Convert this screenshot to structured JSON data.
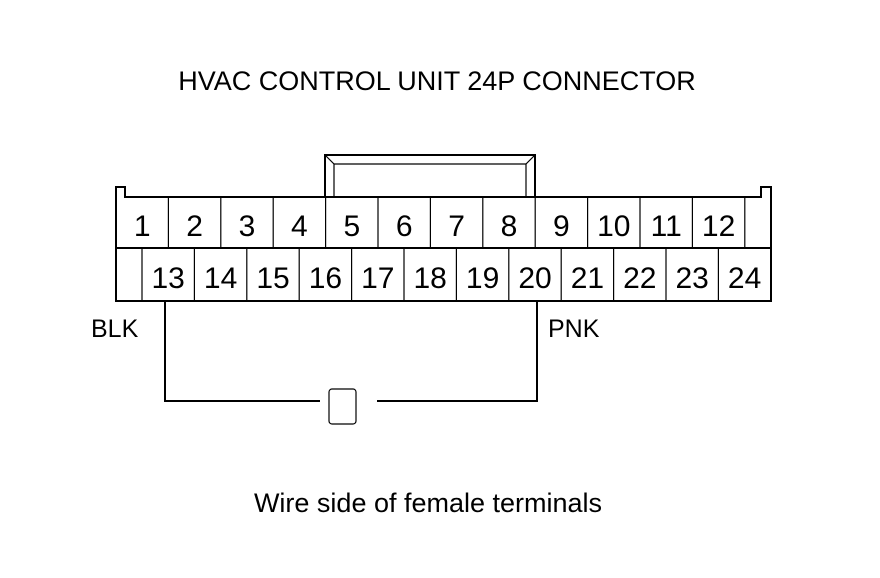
{
  "title": "HVAC CONTROL UNIT 24P CONNECTOR",
  "caption": "Wire side of female terminals",
  "connector": {
    "top_row": [
      "1",
      "2",
      "3",
      "4",
      "5",
      "6",
      "7",
      "8",
      "9",
      "10",
      "11",
      "12"
    ],
    "bottom_row": [
      "13",
      "14",
      "15",
      "16",
      "17",
      "18",
      "19",
      "20",
      "21",
      "22",
      "23",
      "24"
    ]
  },
  "wires": {
    "left": {
      "pin": "13",
      "color_label": "BLK"
    },
    "right": {
      "pin": "20",
      "color_label": "PNK"
    }
  }
}
